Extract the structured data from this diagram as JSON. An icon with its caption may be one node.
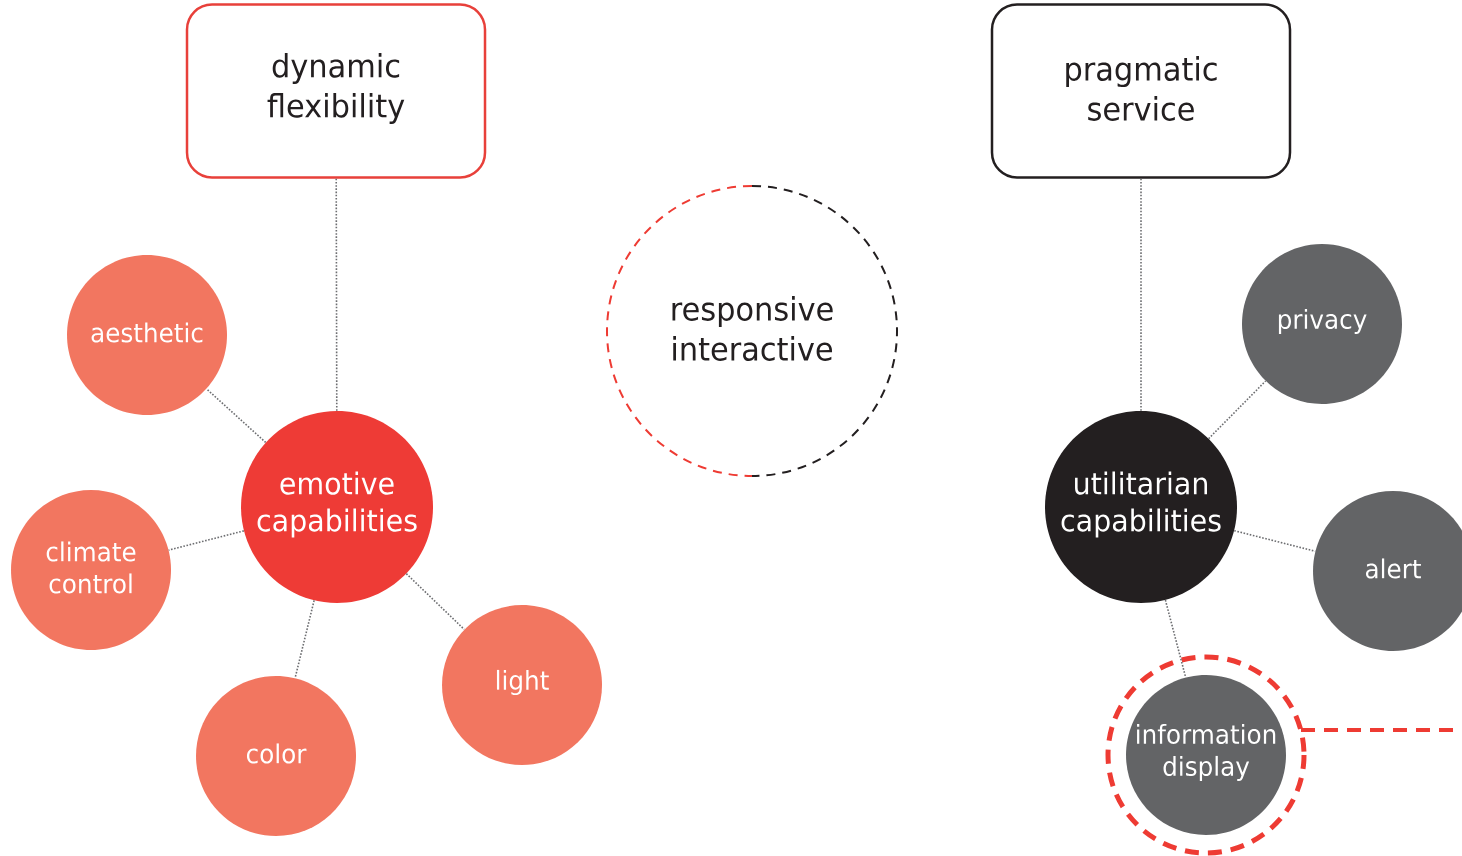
{
  "diagram": {
    "nodes": [
      {
        "text": [
          "dynamic flexibility"
        ]
      },
      {
        "text": [
          "pragmatic service"
        ]
      },
      {
        "text": [
          "responsive interactive"
        ]
      },
      {
        "text": [
          "emotive capabilities"
        ]
      },
      {
        "text": [
          "aesthetic"
        ]
      },
      {
        "text": [
          "climate control"
        ]
      },
      {
        "text": [
          "color"
        ]
      },
      {
        "text": [
          "light"
        ]
      },
      {
        "text": [
          "utilitarian capabilities"
        ]
      },
      {
        "text": [
          "privacy"
        ]
      },
      {
        "text": [
          "alert"
        ]
      },
      {
        "text": [
          "information display"
        ]
      }
    ],
    "edges": [
      {
        "from": 0,
        "to": 3,
        "arrow": "none"
      },
      {
        "from": 3,
        "to": 4,
        "arrow": "none"
      },
      {
        "from": 3,
        "to": 5,
        "arrow": "none"
      },
      {
        "from": 3,
        "to": 6,
        "arrow": "none"
      },
      {
        "from": 3,
        "to": 7,
        "arrow": "none"
      },
      {
        "from": 1,
        "to": 8,
        "arrow": "none"
      },
      {
        "from": 8,
        "to": 9,
        "arrow": "none"
      },
      {
        "from": 8,
        "to": 10,
        "arrow": "none"
      },
      {
        "from": 8,
        "to": 11,
        "arrow": "none"
      },
      {
        "from": 11,
        "to": null,
        "arrow": "none",
        "style": "dashed",
        "color": "#ee3b33"
      }
    ]
  }
}
